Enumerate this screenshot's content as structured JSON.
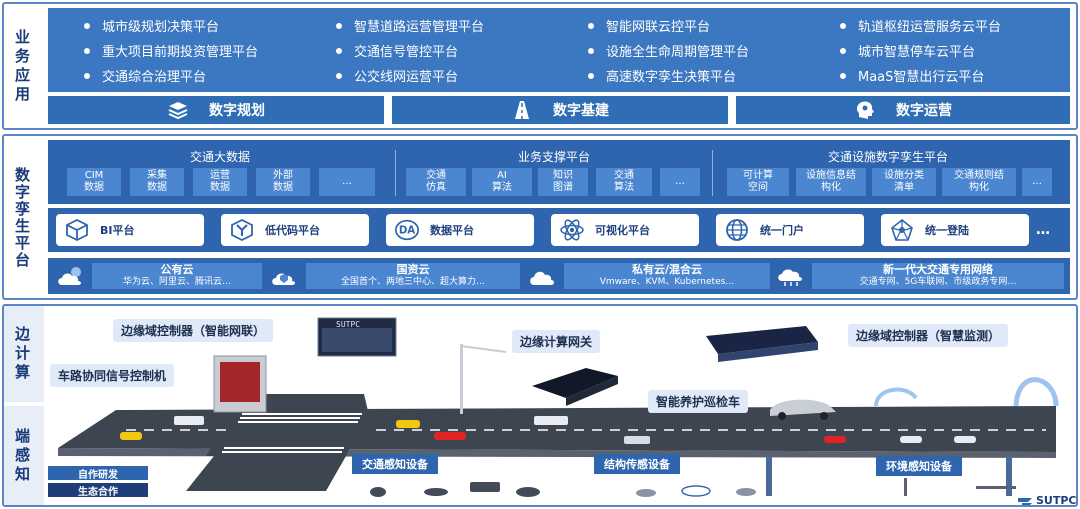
{
  "sections": {
    "business": "业务应用",
    "twin": "数字孪生平台",
    "edge": "边计算",
    "terminal": "端感知"
  },
  "business": {
    "columns": [
      [
        "城市级规划决策平台",
        "重大项目前期投资管理平台",
        "交通综合治理平台"
      ],
      [
        "智慧道路运营管理平台",
        "交通信号管控平台",
        "公交线网运营平台"
      ],
      [
        "智能网联云控平台",
        "设施全生命周期管理平台",
        "高速数字孪生决策平台"
      ],
      [
        "轨道枢纽运营服务云平台",
        "城市智慧停车云平台",
        "MaaS智慧出行云平台"
      ]
    ],
    "bars": [
      {
        "label": "数字规划",
        "icon": "layers-icon"
      },
      {
        "label": "数字基建",
        "icon": "road-icon"
      },
      {
        "label": "数字运营",
        "icon": "brain-icon"
      }
    ]
  },
  "twin": {
    "groups": [
      {
        "title": "交通大数据",
        "cells": [
          "CIM\n数据",
          "采集\n数据",
          "运营\n数据",
          "外部\n数据",
          "…"
        ]
      },
      {
        "title": "业务支撑平台",
        "cells": [
          "交通\n仿真",
          "AI\n算法",
          "知识\n图谱",
          "交通\n算法",
          "…"
        ]
      },
      {
        "title": "交通设施数字孪生平台",
        "cells": [
          "可计算\n空间",
          "设施信息结\n构化",
          "设施分类\n清单",
          "交通规则结\n构化",
          "…"
        ]
      }
    ],
    "platforms": [
      {
        "label": "BI平台",
        "icon": "cube-icon"
      },
      {
        "label": "低代码平台",
        "icon": "y-node-icon"
      },
      {
        "label": "数据平台",
        "icon": "da-icon"
      },
      {
        "label": "可视化平台",
        "icon": "atom-icon"
      },
      {
        "label": "统一门户",
        "icon": "globe-icon"
      },
      {
        "label": "统一登陆",
        "icon": "network-icon"
      }
    ],
    "platforms_more": "…",
    "clouds": [
      {
        "title": "公有云",
        "sub": "华为云、阿里云、腾讯云…",
        "icon": "cloud-sun-icon"
      },
      {
        "title": "国资云",
        "sub": "全国首个、两地三中心、超大算力…",
        "icon": "cloud-shield-icon"
      },
      {
        "title": "私有云/混合云",
        "sub": "Vmware、KVM、Kubernetes…",
        "icon": "cloud-icon"
      },
      {
        "title": "新一代大交通专用网络",
        "sub": "交通专网、5G车联网、市级政务专网…",
        "icon": "cloud-network-icon"
      }
    ]
  },
  "edge": {
    "callouts": [
      "边缘域控制器（智能网联）",
      "车路协同信号控制机",
      "边缘计算网关",
      "智能养护巡检车",
      "边缘域控制器（智慧监测）"
    ],
    "device_brand": "SUTPC"
  },
  "terminal": {
    "categories": [
      "交通感知设备",
      "结构传感设备",
      "环境感知设备"
    ],
    "tags": [
      "自作研发",
      "生态合作"
    ],
    "tag_colors": [
      "#2f64ae",
      "#1f3d78"
    ]
  },
  "logo": "SUTPC"
}
